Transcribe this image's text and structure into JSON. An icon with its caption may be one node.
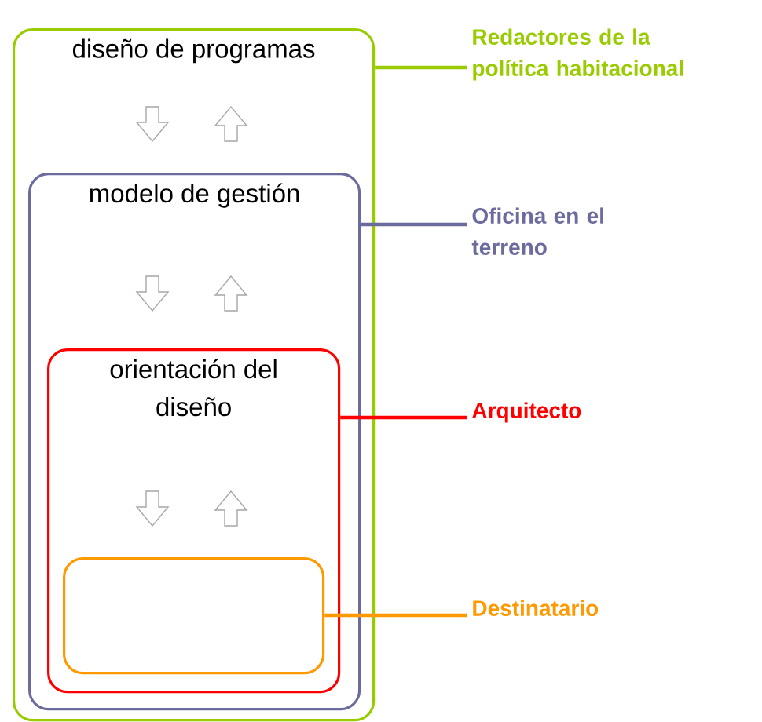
{
  "diagram": {
    "nodes": [
      {
        "text": [
          "diseño de programas"
        ]
      },
      {
        "text": [
          "modelo de gestión"
        ],
        "in": 0
      },
      {
        "text": [
          "orientación del diseño"
        ],
        "in": 1
      },
      {
        "text": [],
        "shape": "box",
        "in": 2
      },
      {
        "text": [
          "Redactores de la política habitacional"
        ]
      },
      {
        "text": [
          "Oficina en el terreno"
        ]
      },
      {
        "text": [
          "Arquitecto"
        ]
      },
      {
        "text": [
          "Destinatario"
        ]
      }
    ],
    "edges": [
      {
        "from": 4,
        "to": 0,
        "arrow": "none",
        "color": "#99cc00"
      },
      {
        "from": 5,
        "to": 1,
        "arrow": "none",
        "color": "#6b6b9e"
      },
      {
        "from": 6,
        "to": 2,
        "arrow": "none",
        "color": "#ff0000"
      },
      {
        "from": 7,
        "to": 3,
        "arrow": "none",
        "color": "#ff9900"
      }
    ]
  }
}
